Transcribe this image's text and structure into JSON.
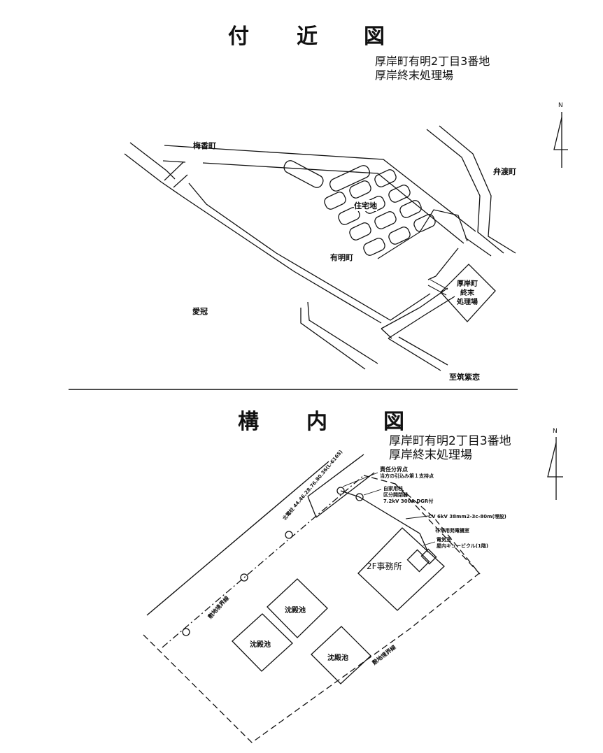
{
  "vicinity": {
    "title_chars": [
      "付",
      "近",
      "図"
    ],
    "address": "厚岸町有明2丁目3番地",
    "facility": "厚岸終末処理場",
    "north": "N",
    "labels": {
      "umeka": "梅香町",
      "benten": "弁渡町",
      "residential": "住宅地",
      "ariake": "有明町",
      "aikappu": "愛冠",
      "toward": "至筑紫恋",
      "plant_line1": "厚岸町",
      "plant_line2": "終末",
      "plant_line3": "処理場"
    }
  },
  "site": {
    "title_chars": [
      "構",
      "内",
      "図"
    ],
    "address": "厚岸町有明2丁目3番地",
    "facility": "厚岸終末処理場",
    "north": "N",
    "labels": {
      "resp_point": "責任分界点",
      "resp_point_sub": "当方の引込み第１支持点",
      "pole1": "自家用柱",
      "pole2": "区分開閉器",
      "pole3": "7.2kV 300A DGR付",
      "cable": "CV 6kV 38mm2-3c-80m(埋設)",
      "generator": "非常用発電機室",
      "elec1": "電気室",
      "elec2": "屋内キュービクル(1階)",
      "office": "2F事務所",
      "sed1": "沈殿池",
      "sed2": "沈殿池",
      "sed3": "沈殿池",
      "boundary1": "敷地境界線",
      "boundary2": "敷地境界線",
      "pole_line": "北電柱 44.46.28.76.80.36(L-6165)"
    }
  }
}
